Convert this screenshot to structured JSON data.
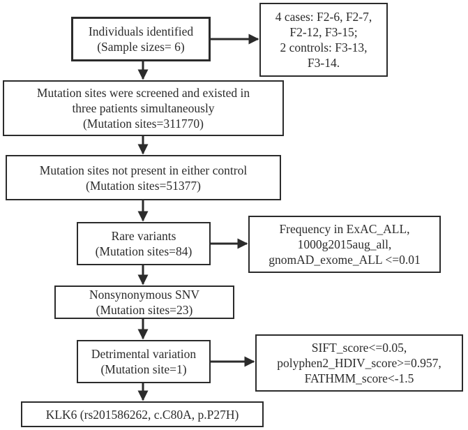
{
  "flowchart": {
    "nodes": [
      {
        "id": "individuals",
        "lines": [
          "Individuals identified",
          "(Sample sizes= 6)"
        ]
      },
      {
        "id": "samples",
        "lines": [
          "4 cases: F2-6, F2-7,",
          "F2-12, F3-15;",
          "2 controls: F3-13,",
          "F3-14."
        ]
      },
      {
        "id": "screened",
        "lines": [
          "Mutation sites were screened and  existed in",
          "three patients simultaneously",
          "(Mutation sites=311770)"
        ]
      },
      {
        "id": "not-in-control",
        "lines": [
          "Mutation sites not present in either control",
          "(Mutation sites=51377)"
        ]
      },
      {
        "id": "rare",
        "lines": [
          "Rare variants",
          "(Mutation sites=84)"
        ]
      },
      {
        "id": "frequency",
        "lines": [
          "Frequency in ExAC_ALL,",
          "1000g2015aug_all,",
          "gnomAD_exome_ALL <=0.01"
        ]
      },
      {
        "id": "nonsyn",
        "lines": [
          "Nonsynonymous SNV",
          "(Mutation sites=23)"
        ]
      },
      {
        "id": "detrimental",
        "lines": [
          "Detrimental variation",
          "(Mutation site=1)"
        ]
      },
      {
        "id": "scores",
        "lines": [
          "SIFT_score<=0.05,",
          "polyphen2_HDIV_score>=0.957,",
          "FATHMM_score<-1.5"
        ]
      },
      {
        "id": "result",
        "lines": [
          "KLK6 (rs201586262, c.C80A, p.P27H)"
        ]
      }
    ],
    "edges": [
      {
        "from": "individuals",
        "to": "samples"
      },
      {
        "from": "individuals",
        "to": "screened"
      },
      {
        "from": "screened",
        "to": "not-in-control"
      },
      {
        "from": "not-in-control",
        "to": "rare"
      },
      {
        "from": "rare",
        "to": "frequency"
      },
      {
        "from": "rare",
        "to": "nonsyn"
      },
      {
        "from": "nonsyn",
        "to": "detrimental"
      },
      {
        "from": "detrimental",
        "to": "scores"
      },
      {
        "from": "detrimental",
        "to": "result"
      }
    ],
    "stroke_color": "#2b2b2b"
  }
}
